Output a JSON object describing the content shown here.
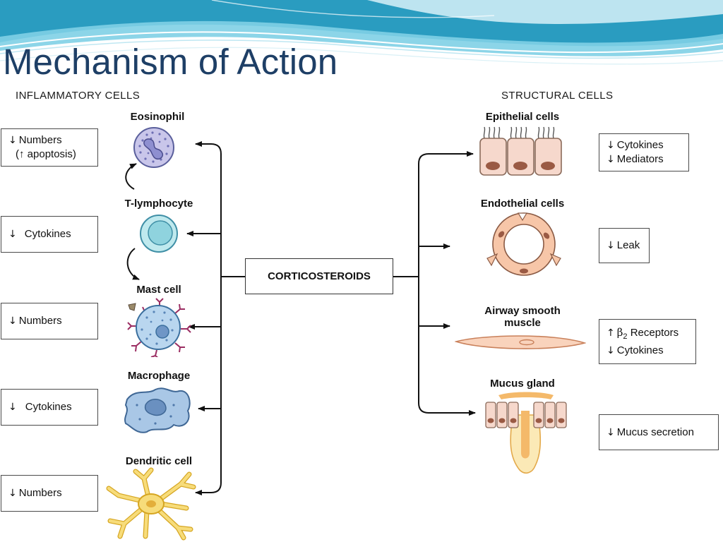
{
  "title": "Mechanism of Action",
  "headers": {
    "left": "INFLAMMATORY CELLS",
    "right": "STRUCTURAL CELLS"
  },
  "center": {
    "label": "CORTICOSTEROIDS"
  },
  "inflammatory": [
    {
      "name": "Eosinophil",
      "effects": [
        {
          "arrow": "↓",
          "text": "Numbers"
        },
        {
          "arrow": "",
          "text": "(↑ apoptosis)"
        }
      ]
    },
    {
      "name": "T-lymphocyte",
      "effects": [
        {
          "arrow": "↓",
          "text": "Cytokines"
        }
      ]
    },
    {
      "name": "Mast cell",
      "effects": [
        {
          "arrow": "↓",
          "text": "Numbers"
        }
      ]
    },
    {
      "name": "Macrophage",
      "effects": [
        {
          "arrow": "↓",
          "text": "Cytokines"
        }
      ]
    },
    {
      "name": "Dendritic cell",
      "effects": [
        {
          "arrow": "↓",
          "text": "Numbers"
        }
      ]
    }
  ],
  "structural": [
    {
      "name": "Epithelial cells",
      "effects": [
        {
          "arrow": "↓",
          "text": "Cytokines"
        },
        {
          "arrow": "↓",
          "text": "Mediators"
        }
      ]
    },
    {
      "name": "Endothelial cells",
      "effects": [
        {
          "arrow": "↓",
          "text": "Leak"
        }
      ]
    },
    {
      "name_line1": "Airway smooth",
      "name_line2": "muscle",
      "effects": [
        {
          "arrow": "↑",
          "beta": "β",
          "sub": "2",
          "text": "Receptors"
        },
        {
          "arrow": "↓",
          "text": "Cytokines"
        }
      ]
    },
    {
      "name": "Mucus gland",
      "effects": [
        {
          "arrow": "↓",
          "text": "Mucus secretion"
        }
      ]
    }
  ],
  "colors": {
    "title": "#1e3f66",
    "banner_teal": "#1f8fb5",
    "eosinophil": "#c9c6ea",
    "t_lymphocyte": "#bfe9ee",
    "mast_cell": "#b9d6ef",
    "macrophage": "#a9c7e6",
    "dendritic": "#f7dc7a",
    "epithelial": "#f6d8cc",
    "nucleus": "#9a5a44",
    "endothelial": "#f7c6a8",
    "smooth_muscle": "#f9d3bc",
    "mucus": "#f4b96a"
  }
}
